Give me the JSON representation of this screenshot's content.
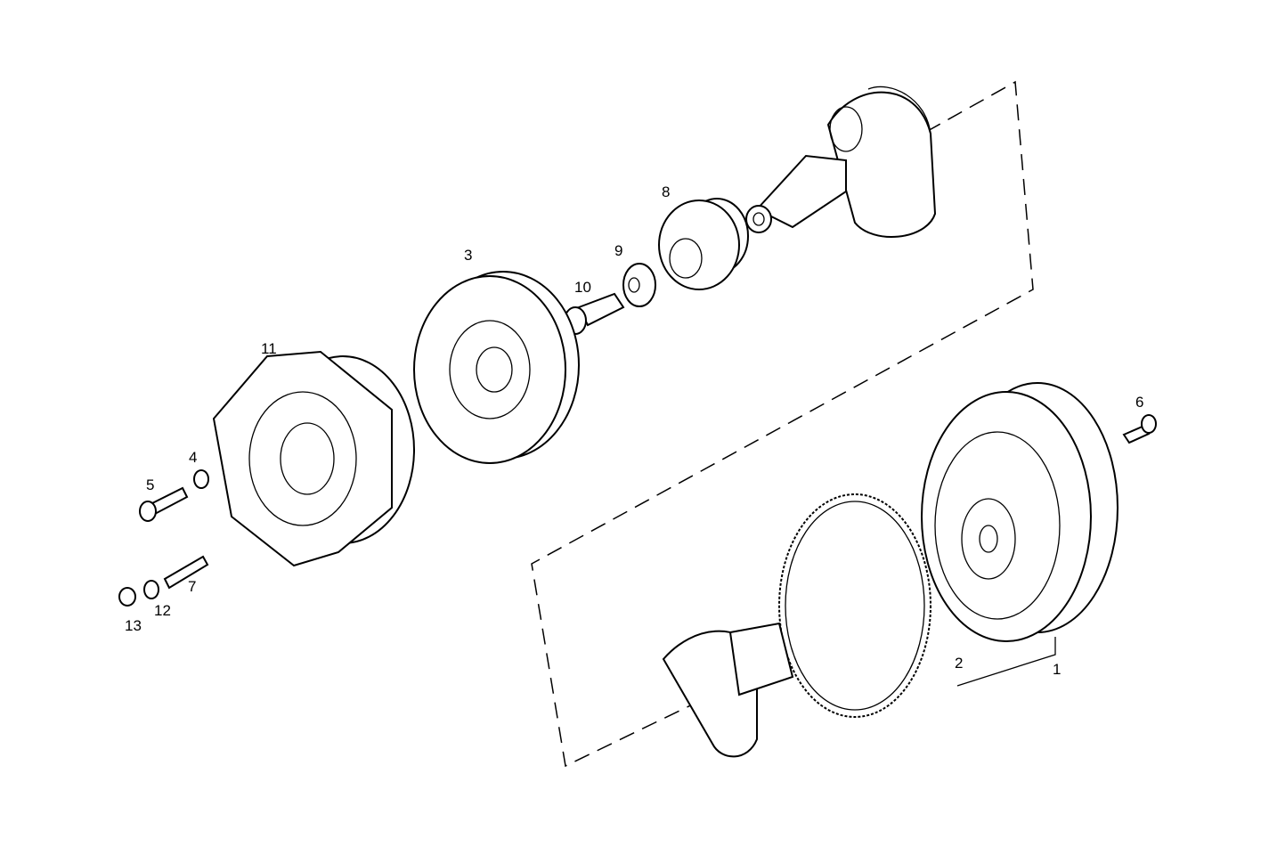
{
  "callouts": [
    {
      "number": "1",
      "part": "flywheel"
    },
    {
      "number": "2",
      "part": "ring-gear"
    },
    {
      "number": "3",
      "part": "pulley"
    },
    {
      "number": "4",
      "part": "washer"
    },
    {
      "number": "5",
      "part": "bolt"
    },
    {
      "number": "6",
      "part": "flywheel-bolt"
    },
    {
      "number": "7",
      "part": "stud"
    },
    {
      "number": "8",
      "part": "hub"
    },
    {
      "number": "9",
      "part": "washer"
    },
    {
      "number": "10",
      "part": "hub-bolt"
    },
    {
      "number": "11",
      "part": "vibration-damper"
    },
    {
      "number": "12",
      "part": "washer"
    },
    {
      "number": "13",
      "part": "nut"
    }
  ]
}
